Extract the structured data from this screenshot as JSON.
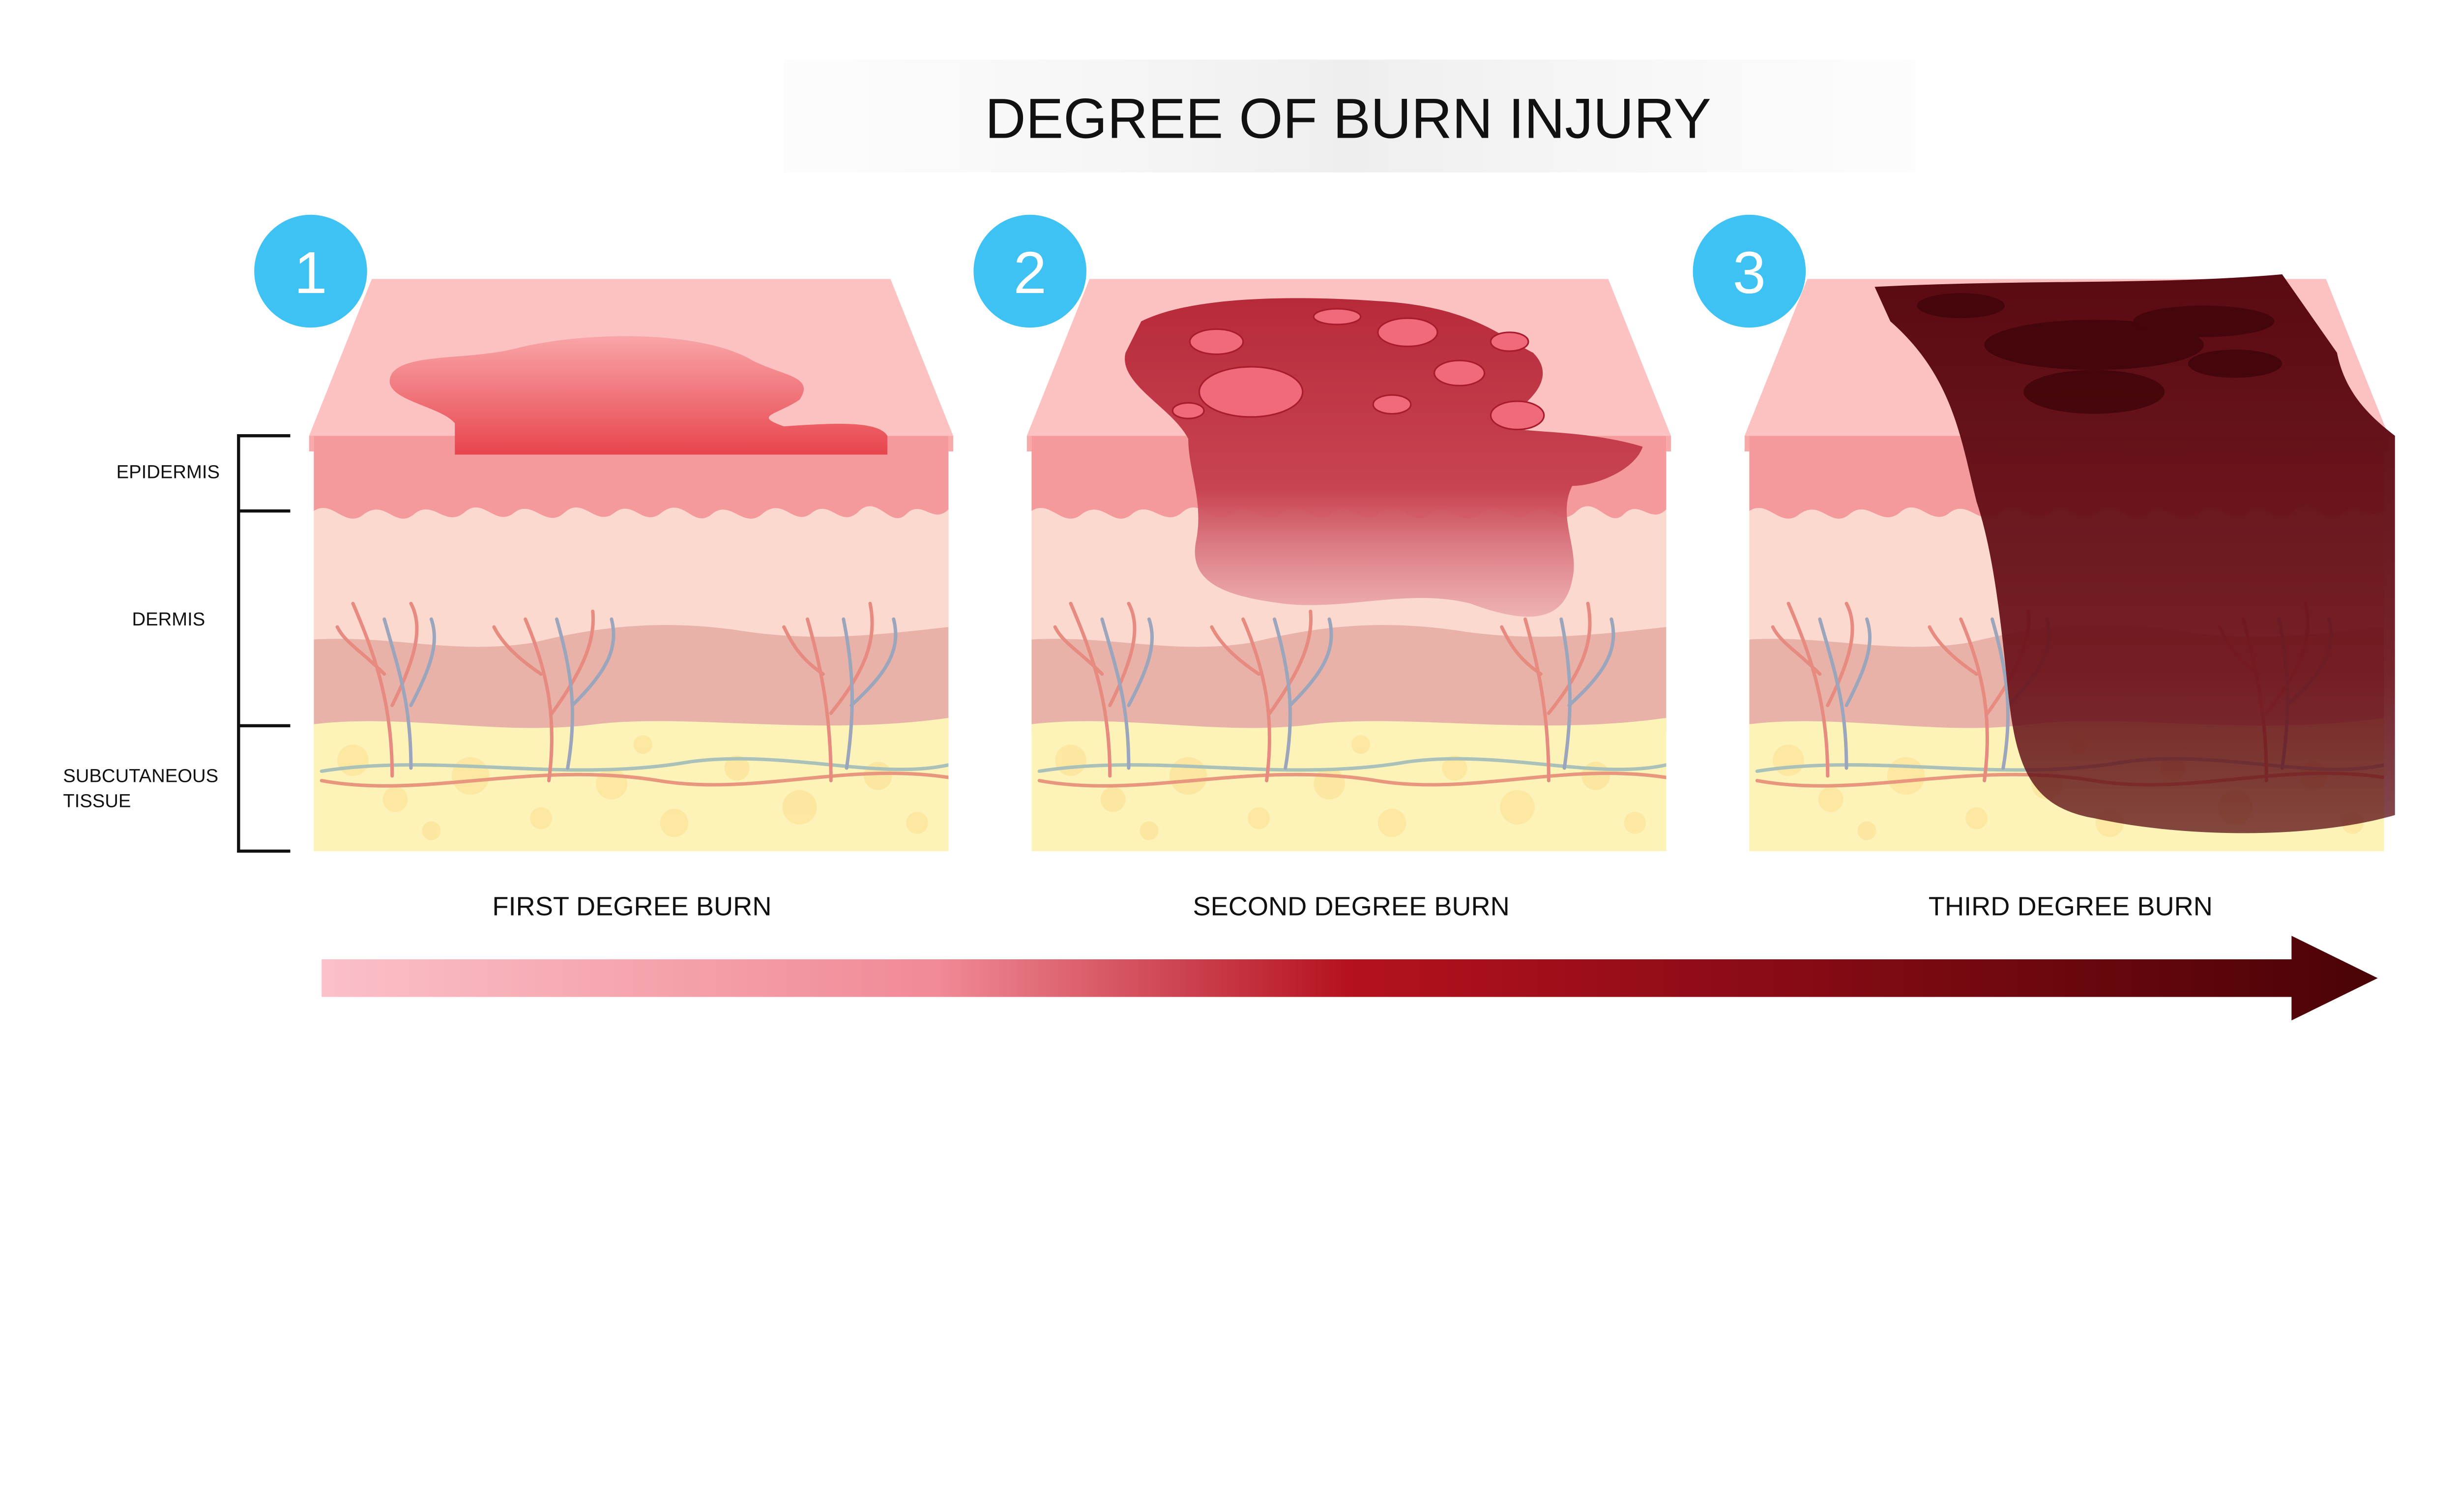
{
  "title": "DEGREE OF BURN INJURY",
  "layers": {
    "epidermis": "EPIDERMIS",
    "dermis": "DERMIS",
    "subcutaneous_line1": "SUBCUTANEOUS",
    "subcutaneous_line2": "TISSUE"
  },
  "stages": [
    {
      "number": "1",
      "caption": "FIRST DEGREE BURN"
    },
    {
      "number": "2",
      "caption": "SECOND DEGREE BURN"
    },
    {
      "number": "3",
      "caption": "THIRD DEGREE BURN"
    }
  ],
  "colors": {
    "badge": "#3ec1f3",
    "skin_top": "#f9c0c0",
    "epidermis": "#f59a9c",
    "dermis": "#fcd9cf",
    "fat": "#fdf3b8",
    "arrow_start": "#fbc0c8",
    "arrow_mid": "#b5111f",
    "arrow_end": "#4a0306"
  }
}
